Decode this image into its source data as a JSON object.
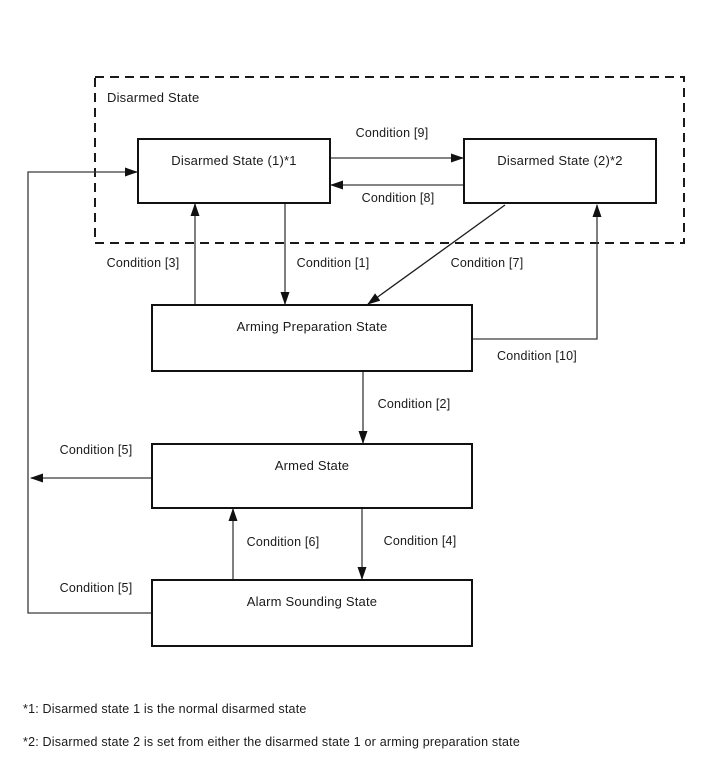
{
  "diagram": {
    "group_label": "Disarmed State",
    "nodes": {
      "disarmed1": {
        "label": "Disarmed State (1)*1"
      },
      "disarmed2": {
        "label": "Disarmed State (2)*2"
      },
      "arming_prep": {
        "label": "Arming Preparation State"
      },
      "armed": {
        "label": "Armed State"
      },
      "alarm": {
        "label": "Alarm Sounding State"
      }
    },
    "edges": {
      "c1": {
        "label": "Condition [1]",
        "from": "disarmed1",
        "to": "arming_prep"
      },
      "c2": {
        "label": "Condition [2]",
        "from": "arming_prep",
        "to": "armed"
      },
      "c3": {
        "label": "Condition [3]",
        "from": "arming_prep",
        "to": "disarmed1"
      },
      "c4": {
        "label": "Condition [4]",
        "from": "armed",
        "to": "alarm"
      },
      "c5a": {
        "label": "Condition [5]",
        "from": "armed",
        "to": "disarmed1"
      },
      "c5b": {
        "label": "Condition [5]",
        "from": "alarm",
        "to": "disarmed1"
      },
      "c6": {
        "label": "Condition [6]",
        "from": "alarm",
        "to": "armed"
      },
      "c7": {
        "label": "Condition [7]",
        "from": "disarmed2",
        "to": "arming_prep"
      },
      "c8": {
        "label": "Condition [8]",
        "from": "disarmed2",
        "to": "disarmed1"
      },
      "c9": {
        "label": "Condition [9]",
        "from": "disarmed1",
        "to": "disarmed2"
      },
      "c10": {
        "label": "Condition [10]",
        "from": "arming_prep",
        "to": "disarmed2"
      }
    },
    "footnotes": [
      "*1: Disarmed state 1 is the normal disarmed state",
      "*2: Disarmed state 2 is set from either the disarmed state 1 or arming preparation state"
    ],
    "colors": {
      "line": "#3a3a3a",
      "arrowhead": "#111111",
      "border": "#111111",
      "background": "#ffffff",
      "text": "#1a1a1a"
    }
  }
}
